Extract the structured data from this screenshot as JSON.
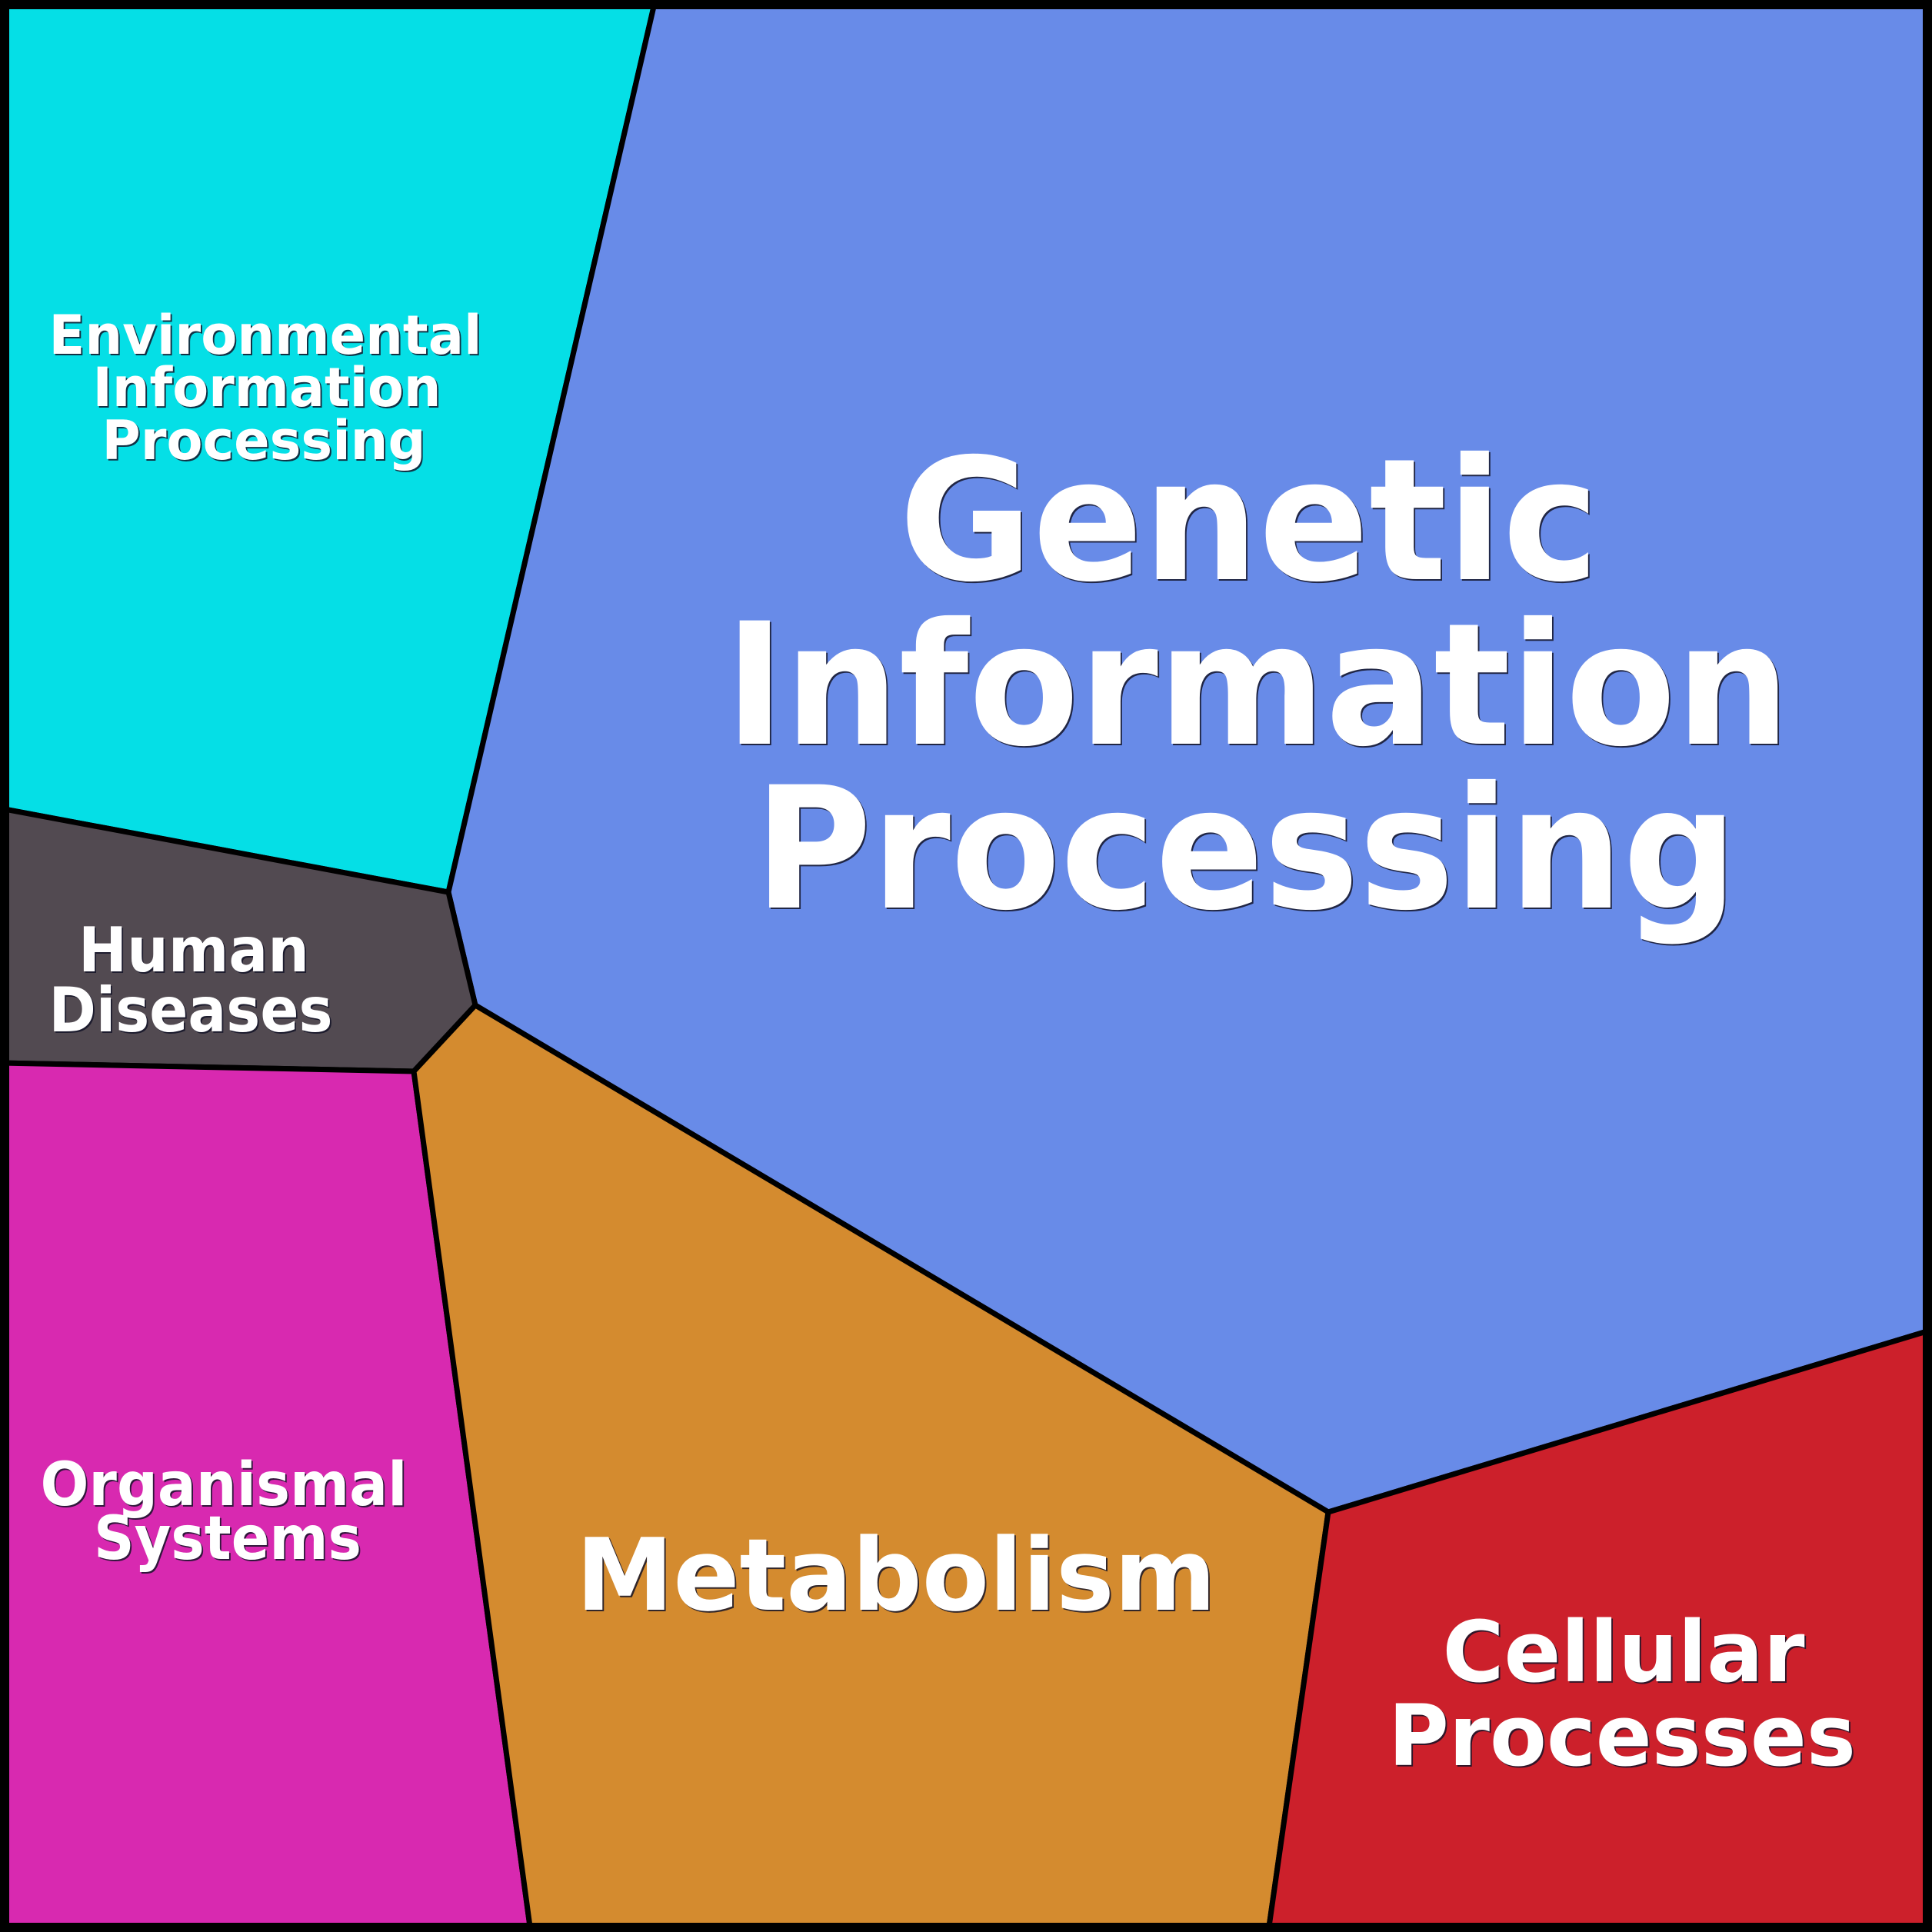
{
  "diagram": {
    "type": "voronoi-treemap",
    "regions": [
      {
        "id": "environmental",
        "name": "Environmental Information Processing",
        "label_lines": [
          "Environmental",
          "Information",
          "Processing"
        ],
        "color": "#05DFE6"
      },
      {
        "id": "genetic",
        "name": "Genetic Information Processing",
        "label_lines": [
          "Genetic",
          "Information",
          "Processing"
        ],
        "color": "#688BE8"
      },
      {
        "id": "human",
        "name": "Human Diseases",
        "label_lines": [
          "Human",
          "Diseases"
        ],
        "color": "#524A51"
      },
      {
        "id": "organismal",
        "name": "Organismal Systems",
        "label_lines": [
          "Organismal",
          "Systems"
        ],
        "color": "#D829B0"
      },
      {
        "id": "metabolism",
        "name": "Metabolism",
        "label_lines": [
          "Metabolism"
        ],
        "color": "#D48B2F"
      },
      {
        "id": "cellular",
        "name": "Cellular Processes",
        "label_lines": [
          "Cellular",
          "Processes"
        ],
        "color": "#CC202B"
      }
    ],
    "border_color": "#000000",
    "label_color": "#FFFFFF"
  }
}
